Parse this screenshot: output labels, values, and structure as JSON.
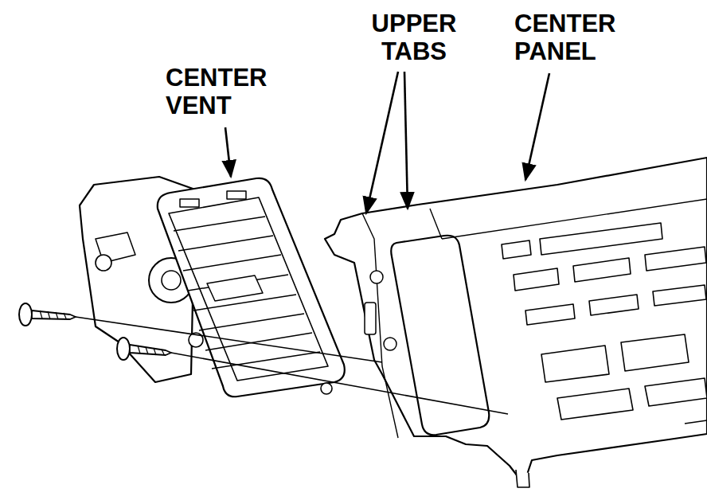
{
  "diagram": {
    "labels": [
      "CENTER VENT",
      "UPPER TABS",
      "CENTER PANEL"
    ]
  }
}
